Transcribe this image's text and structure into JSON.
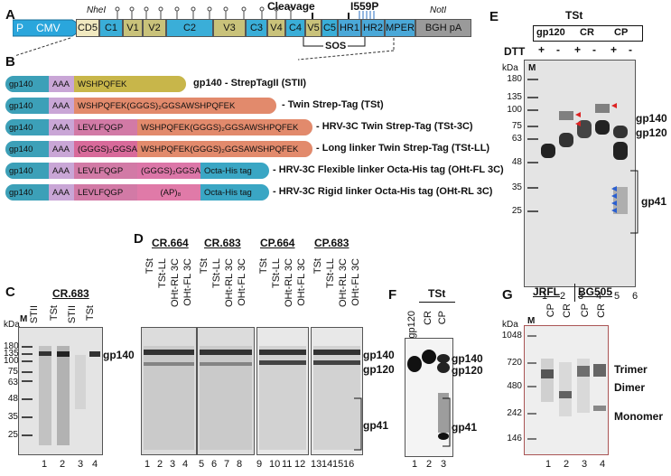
{
  "panels": {
    "A": "A",
    "B": "B",
    "C": "C",
    "D": "D",
    "E": "E",
    "F": "F",
    "G": "G"
  },
  "panelA": {
    "promoter": "P",
    "cmv": "CMV",
    "cd5": "CD5",
    "nhe": "NheI",
    "not": "NotI",
    "domains": [
      "C1",
      "V1",
      "V2",
      "C2",
      "V3",
      "C3",
      "V4",
      "C4",
      "V5",
      "C5",
      "HR1",
      "HR2",
      "MPER"
    ],
    "bgh": "BGH pA",
    "cleavage": "Cleavage",
    "mut": "I559P",
    "sos": "SOS"
  },
  "panelB": {
    "rows": [
      {
        "a": "gp140",
        "b": "AAA",
        "c": "WSHPQFEK",
        "d": "",
        "e": "",
        "label": "gp140 - StrepTagII (STII)"
      },
      {
        "a": "gp140",
        "b": "AAA",
        "c": "WSHPQFEK(GGGS)₂GGSAWSHPQFEK",
        "d": "",
        "e": "",
        "label": "- Twin Strep-Tag (TSt)"
      },
      {
        "a": "gp140",
        "b": "AAA",
        "c": "LEVLFQGP",
        "d": "WSHPQFEK(GGGS)₂GGSAWSHPQFEK",
        "e": "",
        "label": "- HRV-3C Twin Strep-Tag (TSt-3C)"
      },
      {
        "a": "gp140",
        "b": "AAA",
        "c": "(GGGS)₂GGSA",
        "d": "WSHPQFEK(GGGS)₂GGSAWSHPQFEK",
        "e": "",
        "label": "- Long linker Twin Strep-Tag (TSt-LL)"
      },
      {
        "a": "gp140",
        "b": "AAA",
        "c": "LEVLFQGP",
        "d": "(GGGS)₂GGSA",
        "e": "Octa-His tag",
        "label": "- HRV-3C Flexible linker Octa-His tag (OHt-FL 3C)"
      },
      {
        "a": "gp140",
        "b": "AAA",
        "c": "LEVLFQGP",
        "d": "(AP)₈",
        "e": "Octa-His tag",
        "label": "- HRV-3C Rigid linker Octa-His tag (OHt-RL 3C)"
      }
    ]
  },
  "panelC": {
    "title": "CR.683",
    "kda": "kDa",
    "marker": "M",
    "lanes": [
      "STII",
      "TSt",
      "STII",
      "TSt"
    ],
    "mw": [
      "180",
      "135",
      "100",
      "75",
      "63",
      "48",
      "35",
      "25"
    ],
    "band": "gp140",
    "nums": [
      "1",
      "2",
      "3",
      "4"
    ]
  },
  "panelD": {
    "titles": [
      "CR.664",
      "CR.683",
      "CP.664",
      "CP.683"
    ],
    "lanes": [
      "TSt",
      "TSt-LL",
      "OHt-RL 3C",
      "OHt-FL 3C"
    ],
    "nums": [
      "1",
      "2",
      "3",
      "4",
      "5",
      "6",
      "7",
      "8",
      "9",
      "10",
      "11",
      "12",
      "13",
      "14",
      "15",
      "16"
    ],
    "bands": [
      "gp140",
      "gp120",
      "gp41"
    ]
  },
  "panelE": {
    "title": "TSt",
    "dtt": "DTT",
    "groups": [
      "gp120",
      "CR",
      "CP"
    ],
    "signs": [
      "+",
      "-",
      "+",
      "-",
      "+",
      "-"
    ],
    "kda": "kDa",
    "marker": "M",
    "mw": [
      "180",
      "135",
      "100",
      "75",
      "63",
      "48",
      "35",
      "25"
    ],
    "bands": [
      "gp140",
      "gp120",
      "gp41"
    ],
    "nums": [
      "1",
      "2",
      "3",
      "4",
      "5",
      "6"
    ]
  },
  "panelF": {
    "title": "TSt",
    "lanes": [
      "gp120",
      "CR",
      "CP"
    ],
    "bands": [
      "gp140",
      "gp120",
      "gp41"
    ],
    "nums": [
      "1",
      "2",
      "3"
    ]
  },
  "panelG": {
    "groups": [
      "JRFL",
      "BG505"
    ],
    "kda": "kDa",
    "marker": "M",
    "lanes": [
      "CP",
      "CR",
      "CP",
      "CR"
    ],
    "mw": [
      "1048",
      "720",
      "480",
      "242",
      "146"
    ],
    "bands": [
      "Trimer",
      "Dimer",
      "Monomer"
    ],
    "nums": [
      "1",
      "2",
      "3",
      "4"
    ]
  },
  "colors": {
    "cmv": "#2aa6dc",
    "domain": "#3aaed8",
    "variable": "#c9c27a",
    "hr": "#4aa8d8",
    "bgh": "#9a9a9a"
  }
}
